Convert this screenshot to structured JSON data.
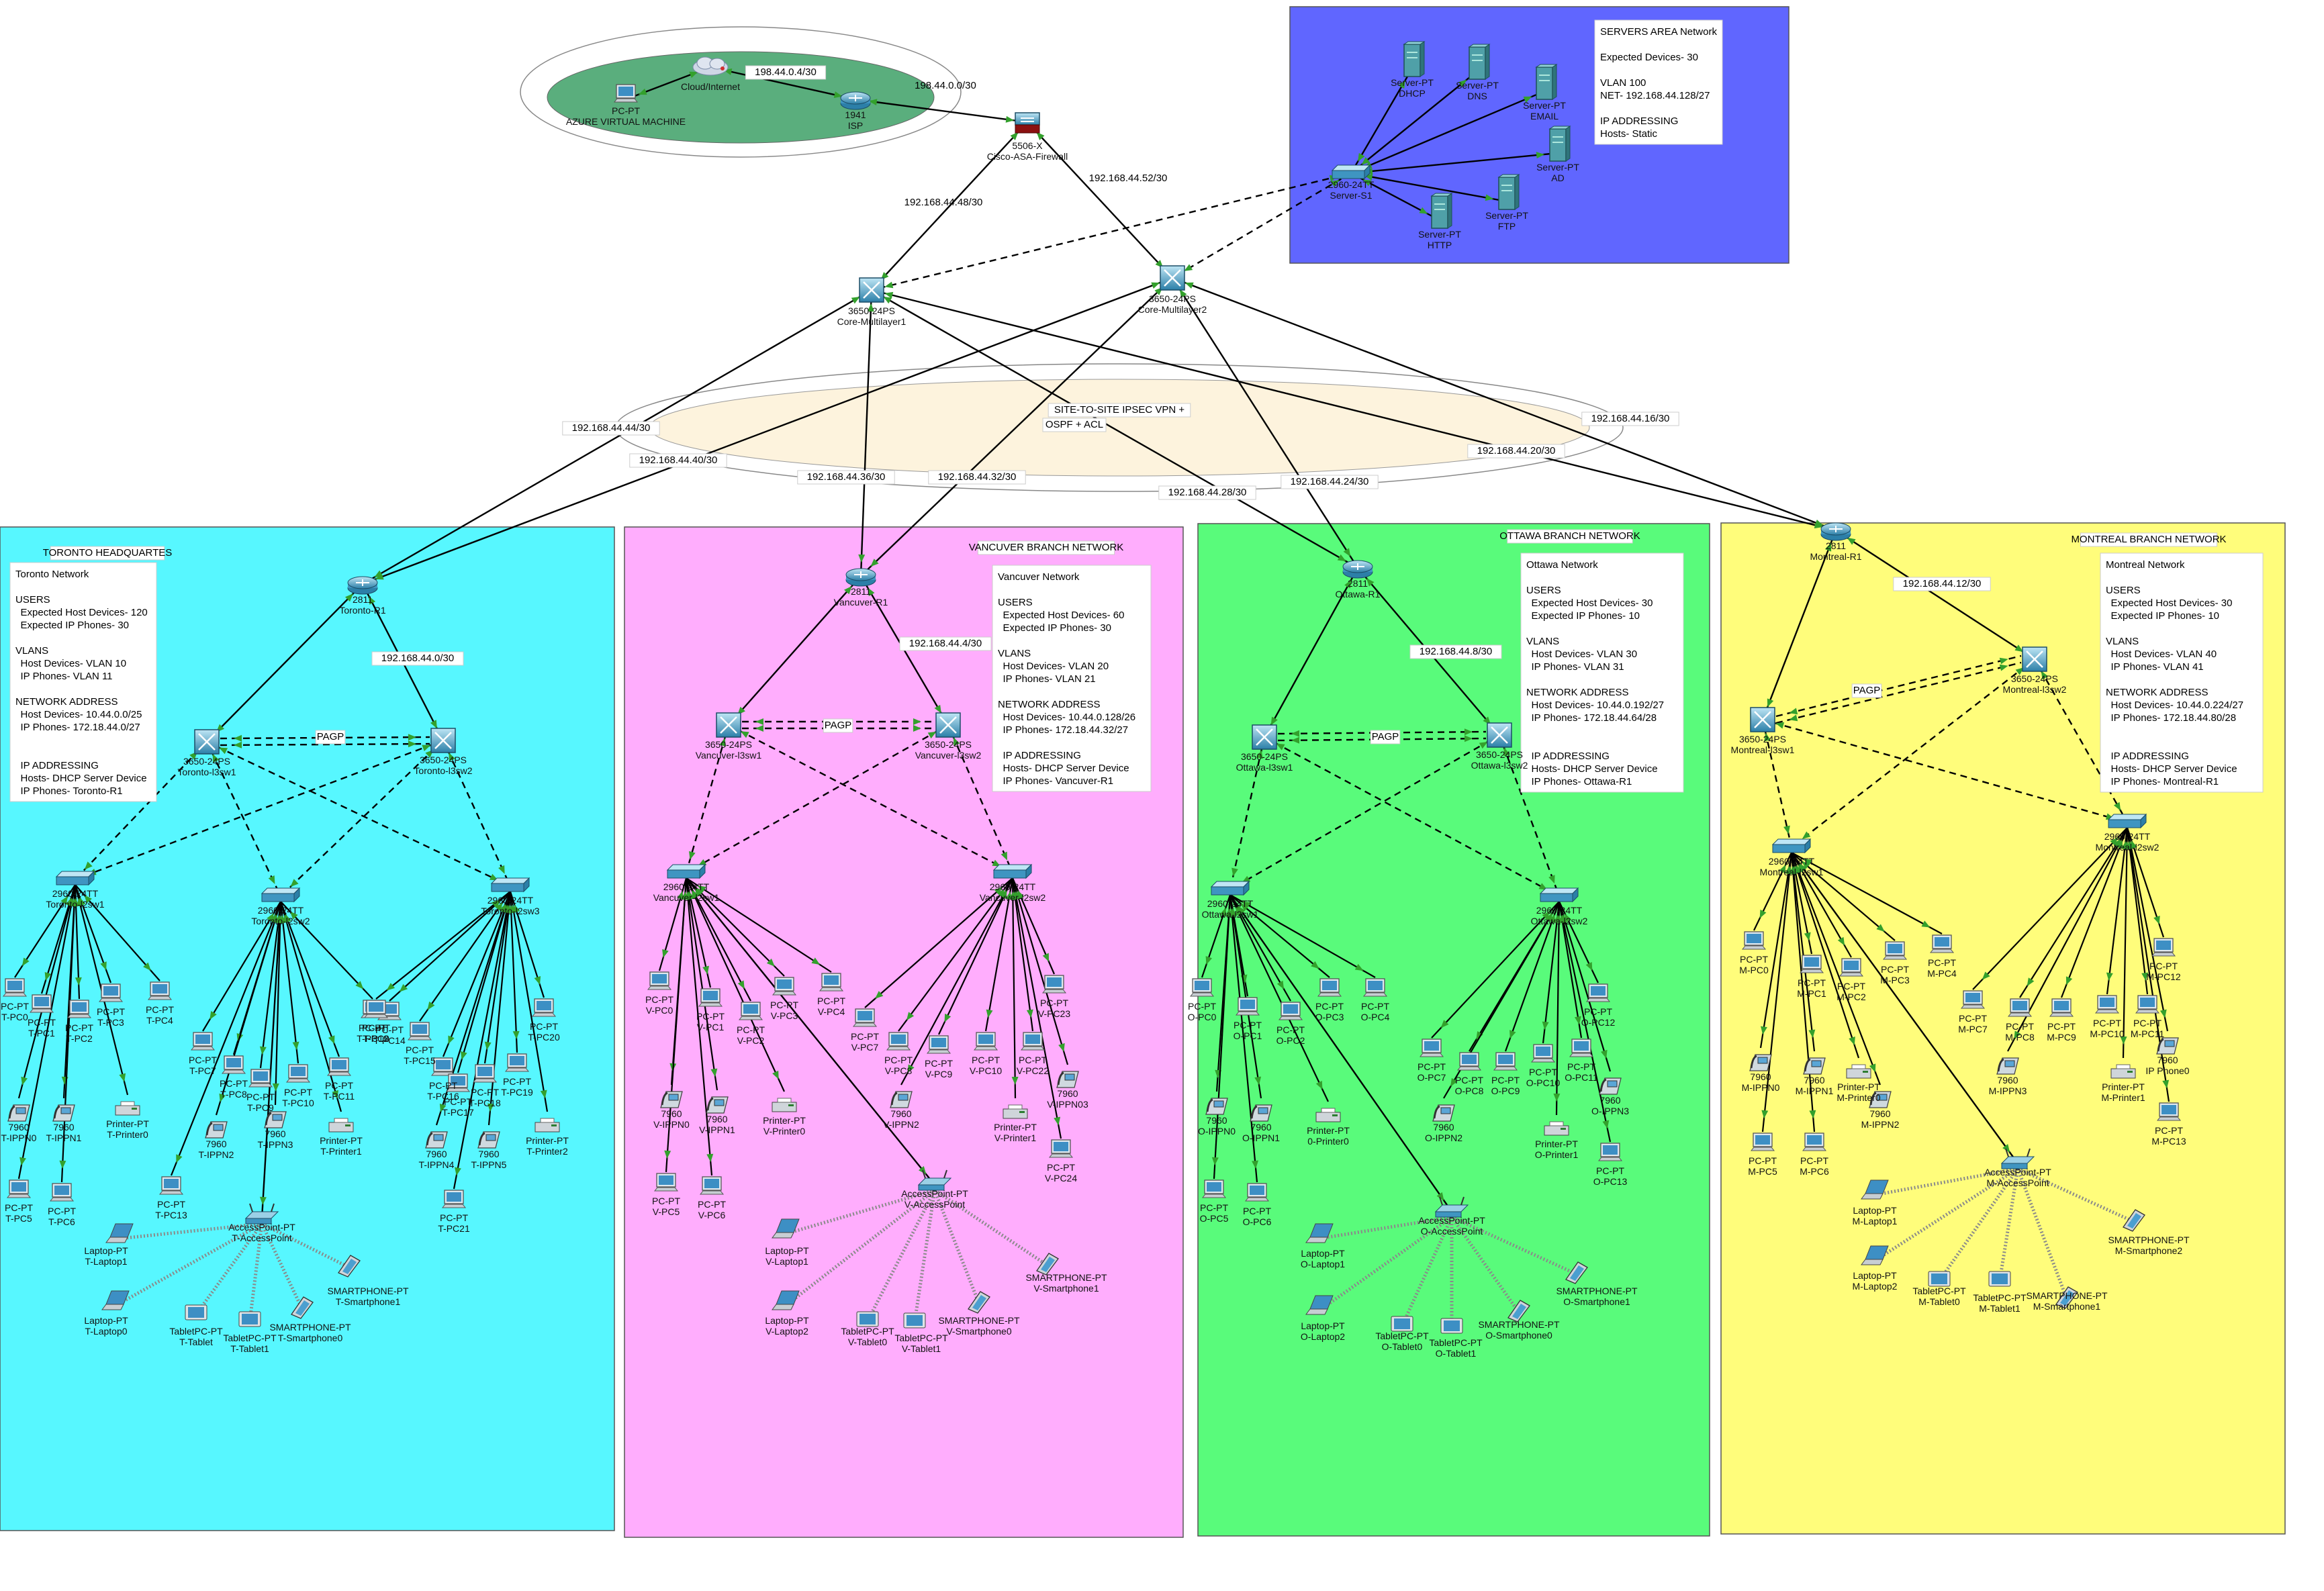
{
  "colors": {
    "toronto": "#57f7ff",
    "vancouver": "#ffadfd",
    "ottawa": "#59fb7b",
    "montreal": "#fffd7b",
    "servers": "#6066ff",
    "internet": "#5aae7d",
    "vpn": "#fdf3dd",
    "link": "#000000",
    "arrow": "#33a02c"
  },
  "internet": {
    "cloud": "Cloud/Internet",
    "pc_type": "PC-PT",
    "pc_name": "AZURE VIRTUAL MACHINE",
    "isp_model": "1941",
    "isp_name": "ISP",
    "link_isp": "198.44.0.4/30",
    "link_fw": "198.44.0.0/30"
  },
  "firewall": {
    "model": "5506-X",
    "name": "Cisco-ASA-Firewall"
  },
  "core": {
    "ml1_model": "3650-24PS",
    "ml1_name": "Core-Multilayer1",
    "ml2_model": "3650-24PS",
    "ml2_name": "Core-Multilayer2",
    "link_fw_ml1": "192.168.44.48/30",
    "link_fw_ml2": "192.168.44.52/30"
  },
  "vpn": {
    "title": "SITE-TO-SITE IPSEC VPN +",
    "subtitle": "OSPF + ACL",
    "links": [
      "192.168.44.44/30",
      "192.168.44.40/30",
      "192.168.44.36/30",
      "192.168.44.32/30",
      "192.168.44.28/30",
      "192.168.44.24/30",
      "192.168.44.20/30",
      "192.168.44.16/30"
    ]
  },
  "servers": {
    "switch_model": "2960-24TT",
    "switch_name": "Server-S1",
    "list": [
      {
        "type": "Server-PT",
        "name": "DHCP"
      },
      {
        "type": "Server-PT",
        "name": "DNS"
      },
      {
        "type": "Server-PT",
        "name": "EMAIL"
      },
      {
        "type": "Server-PT",
        "name": "AD"
      },
      {
        "type": "Server-PT",
        "name": "FTP"
      },
      {
        "type": "Server-PT",
        "name": "HTTP"
      }
    ],
    "info": [
      "SERVERS AREA Network",
      "",
      "Expected Devices- 30",
      "",
      "VLAN 100",
      "NET- 192.168.44.128/27",
      "",
      "IP ADDRESSING",
      "Hosts- Static"
    ]
  },
  "toronto": {
    "title": "TORONTO HEADQUARTES",
    "router_model": "2811",
    "router_name": "Toronto-R1",
    "link_r_sw": "192.168.44.0/30",
    "l3sw1": "Toronto-l3sw1",
    "l3sw2": "Toronto-l3sw2",
    "l3_model": "3650-24PS",
    "pagp": "PAGP",
    "l2": [
      "Toronto-l2sw1",
      "Toronto-l2sw2",
      "Toronto-l2sw3"
    ],
    "l2_model": "2960-24TT",
    "info": [
      "Toronto Network",
      "",
      "USERS",
      "  Expected Host Devices- 120",
      "  Expected IP Phones- 30",
      "",
      "VLANS",
      "  Host Devices- VLAN 10",
      "  IP Phones- VLAN 11",
      "",
      "NETWORK ADDRESS",
      "  Host Devices- 10.44.0.0/25",
      "  IP Phones- 172.18.44.0/27",
      "",
      "",
      "  IP ADDRESSING",
      "  Hosts- DHCP Server Device",
      "  IP Phones- Toronto-R1"
    ],
    "pcs": [
      "T-PC0",
      "T-PC1",
      "T-PC2",
      "T-PC3",
      "T-PC4",
      "T-PC5",
      "T-PC6",
      "T-PC7",
      "T-PC8",
      "T-PC9",
      "T-PC10",
      "T-PC11",
      "T-PC12",
      "T-PC13",
      "T-PC14",
      "T-PC15",
      "T-PC16",
      "T-PC17",
      "T-PC18",
      "T-PC19",
      "T-PC20",
      "T-PC21"
    ],
    "phones": [
      "T-IPPN0",
      "T-IPPN1",
      "T-IPPN2",
      "T-IPPN3",
      "T-IPPN4",
      "T-IPPN5"
    ],
    "printers": [
      "T-Printer0",
      "T-Printer1",
      "T-Printer2"
    ],
    "ap": "T-AccessPoint",
    "wireless": [
      {
        "type": "Laptop-PT",
        "name": "T-Laptop1"
      },
      {
        "type": "Laptop-PT",
        "name": "T-Laptop0"
      },
      {
        "type": "TabletPC-PT",
        "name": "T-Tablet"
      },
      {
        "type": "TabletPC-PT",
        "name": "T-Tablet1"
      },
      {
        "type": "SMARTPHONE-PT",
        "name": "T-Smartphone0"
      },
      {
        "type": "SMARTPHONE-PT",
        "name": "T-Smartphone1"
      }
    ]
  },
  "vancouver": {
    "title": "VANCUVER BRANCH NETWORK",
    "router_model": "2811",
    "router_name": "Vancuver-R1",
    "link_r_sw": "192.168.44.4/30",
    "l3sw1": "Vancuver-l3sw1",
    "l3sw2": "Vancuver-l3sw2",
    "l3_model": "3650-24PS",
    "pagp": "PAGP",
    "l2": [
      "Vancuver-l2sw1",
      "Vancuver-l2sw2"
    ],
    "l2_model": "2960-24TT",
    "info": [
      "Vancuver Network",
      "",
      "USERS",
      "  Expected Host Devices- 60",
      "  Expected IP Phones- 30",
      "",
      "VLANS",
      "  Host Devices- VLAN 20",
      "  IP Phones- VLAN 21",
      "",
      "NETWORK ADDRESS",
      "  Host Devices- 10.44.0.128/26",
      "  IP Phones- 172.18.44.32/27",
      "",
      "  IP ADDRESSING",
      "  Hosts- DHCP Server Device",
      "  IP Phones- Vancuver-R1"
    ],
    "pcs": [
      "V-PC0",
      "V-PC1",
      "V-PC2",
      "V-PC3",
      "V-PC4",
      "V-PC5",
      "V-PC6",
      "V-PC7",
      "V-PC8",
      "V-PC9",
      "V-PC10",
      "V-PC22",
      "V-PC23",
      "V-PC24"
    ],
    "phones": [
      "V-IPPN0",
      "V-IPPN1",
      "V-IPPN2",
      "V-IPPN03"
    ],
    "printers": [
      "V-Printer0",
      "V-Printer1"
    ],
    "ap": "V-AccessPoint",
    "wireless": [
      {
        "type": "Laptop-PT",
        "name": "V-Laptop1"
      },
      {
        "type": "Laptop-PT",
        "name": "V-Laptop2"
      },
      {
        "type": "TabletPC-PT",
        "name": "V-Tablet0"
      },
      {
        "type": "TabletPC-PT",
        "name": "V-Tablet1"
      },
      {
        "type": "SMARTPHONE-PT",
        "name": "V-Smartphone0"
      },
      {
        "type": "SMARTPHONE-PT",
        "name": "V-Smartphone1"
      }
    ]
  },
  "ottawa": {
    "title": "OTTAWA BRANCH NETWORK",
    "router_model": "2811",
    "router_name": "Ottawa-R1",
    "link_r_sw": "192.168.44.8/30",
    "l3sw1": "Ottawa-l3sw1",
    "l3sw2": "Ottawa-l3sw2",
    "l3_model": "3650-24PS",
    "pagp": "PAGP",
    "l2": [
      "Ottawa-l2sw1",
      "Ottawa-l2sw2"
    ],
    "l2_model": "2960-24TT",
    "info": [
      "Ottawa Network",
      "",
      "USERS",
      "  Expected Host Devices- 30",
      "  Expected IP Phones- 10",
      "",
      "VLANS",
      "  Host Devices- VLAN 30",
      "  IP Phones- VLAN 31",
      "",
      "NETWORK ADDRESS",
      "  Host Devices- 10.44.0.192/27",
      "  IP Phones- 172.18.44.64/28",
      "",
      "",
      "  IP ADDRESSING",
      "  Hosts- DHCP Server Device",
      "  IP Phones- Ottawa-R1"
    ],
    "pcs": [
      "O-PC0",
      "O-PC1",
      "O-PC2",
      "O-PC3",
      "O-PC4",
      "O-PC5",
      "O-PC6",
      "O-PC7",
      "O-PC8",
      "O-PC9",
      "O-PC10",
      "O-PC11",
      "O-PC12",
      "O-PC13"
    ],
    "phones": [
      "O-IPPN0",
      "O-IPPN1",
      "O-IPPN2",
      "O-IPPN3"
    ],
    "printers": [
      "0-Printer0",
      "O-Printer1"
    ],
    "ap": "O-AccessPoint",
    "wireless": [
      {
        "type": "Laptop-PT",
        "name": "O-Laptop1"
      },
      {
        "type": "Laptop-PT",
        "name": "O-Laptop2"
      },
      {
        "type": "TabletPC-PT",
        "name": "O-Tablet0"
      },
      {
        "type": "TabletPC-PT",
        "name": "O-Tablet1"
      },
      {
        "type": "SMARTPHONE-PT",
        "name": "O-Smartphone0"
      },
      {
        "type": "SMARTPHONE-PT",
        "name": "O-Smartphone1"
      }
    ]
  },
  "montreal": {
    "title": "MONTREAL BRANCH NETWORK",
    "router_model": "2811",
    "router_name": "Montreal-R1",
    "link_r_sw": "192.168.44.12/30",
    "l3sw1": "Montreal-l3sw1",
    "l3sw2": "Montreal-l3sw2",
    "l3_model": "3650-24PS",
    "pagp": "PAGP",
    "l2": [
      "Montreal-l2sw1",
      "Montreal-l2sw2"
    ],
    "l2_model": "2960-24TT",
    "info": [
      "Montreal Network",
      "",
      "USERS",
      "  Expected Host Devices- 30",
      "  Expected IP Phones- 10",
      "",
      "VLANS",
      "  Host Devices- VLAN 40",
      "  IP Phones- VLAN 41",
      "",
      "NETWORK ADDRESS",
      "  Host Devices- 10.44.0.224/27",
      "  IP Phones- 172.18.44.80/28",
      "",
      "",
      "  IP ADDRESSING",
      "  Hosts- DHCP Server Device",
      "  IP Phones- Montreal-R1"
    ],
    "pcs": [
      "M-PC0",
      "M-PC1",
      "M-PC2",
      "M-PC3",
      "M-PC4",
      "M-PC5",
      "M-PC6",
      "M-PC7",
      "M-PC8",
      "M-PC9",
      "M-PC10",
      "M-PC11",
      "M-PC12",
      "M-PC13"
    ],
    "phones": [
      "M-IPPN0",
      "M-IPPN1",
      "M-IPPN2",
      "M-IPPN3",
      "IP Phone0"
    ],
    "printers": [
      "M-Printer0",
      "M-Printer1"
    ],
    "ap": "M-AccessPoint",
    "wireless": [
      {
        "type": "Laptop-PT",
        "name": "M-Laptop1"
      },
      {
        "type": "Laptop-PT",
        "name": "M-Laptop2"
      },
      {
        "type": "TabletPC-PT",
        "name": "M-Tablet0"
      },
      {
        "type": "TabletPC-PT",
        "name": "M-Tablet1"
      },
      {
        "type": "SMARTPHONE-PT",
        "name": "M-Smartphone1"
      },
      {
        "type": "SMARTPHONE-PT",
        "name": "M-Smartphone2"
      }
    ]
  },
  "device_types": {
    "pc": "PC-PT",
    "phone": "7960",
    "printer": "Printer-PT",
    "ap": "AccessPoint-PT"
  }
}
